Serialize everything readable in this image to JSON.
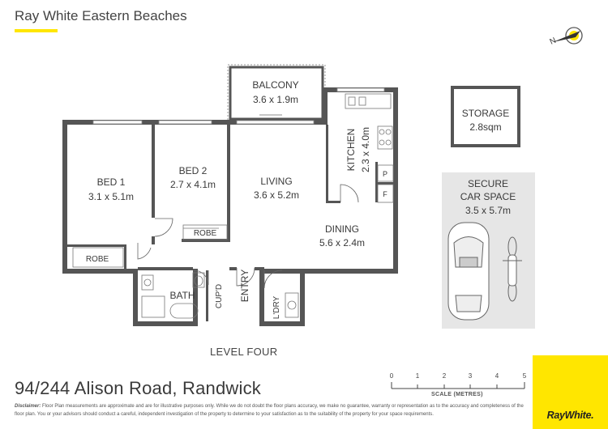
{
  "header": {
    "agency": "Ray White Eastern Beaches"
  },
  "rooms": {
    "balcony": {
      "name": "BALCONY",
      "size": "3.6 x 1.9m"
    },
    "bed1": {
      "name": "BED 1",
      "size": "3.1 x 5.1m"
    },
    "bed2": {
      "name": "BED 2",
      "size": "2.7 x 4.1m"
    },
    "living": {
      "name": "LIVING",
      "size": "3.6 x 5.2m"
    },
    "kitchen": {
      "name": "KITCHEN",
      "size": "2.3 x 4.0m"
    },
    "dining": {
      "name": "DINING",
      "size": "5.6 x 2.4m"
    },
    "storage": {
      "name": "STORAGE",
      "size": "2.8sqm"
    },
    "car": {
      "name1": "SECURE",
      "name2": "CAR SPACE",
      "size": "3.5 x 5.7m"
    },
    "robe": "ROBE",
    "bath": "BATH",
    "cupd": "CUP'D",
    "entry": "ENTRY",
    "ldry": "L'DRY",
    "pantry": "P",
    "fridge": "F"
  },
  "level": "LEVEL FOUR",
  "address": "94/244 Alison Road, Randwick",
  "scale": {
    "ticks": [
      "0",
      "1",
      "2",
      "3",
      "4",
      "5"
    ],
    "title": "SCALE (METRES)"
  },
  "disclaimer": {
    "label": "Disclaimer:",
    "text": " Floor Plan measurements are approximate and are for illustrative purposes only. While we do not doubt the floor plans accuracy, we make no guarantee, warranty or representation as to the accuracy and completeness of the floor plan. You or your advisors should conduct a careful, independent investigation of the property to determine to your satisfaction as to the suitability of the property for your space requirements."
  },
  "logo": {
    "text": "RayWhite."
  },
  "icons": {
    "compass": "compass-icon",
    "car": "car-icon",
    "motorbike": "motorbike-icon"
  },
  "colors": {
    "brand_yellow": "#ffe600",
    "wall": "#555555",
    "car_space": "#e6e6e6"
  }
}
